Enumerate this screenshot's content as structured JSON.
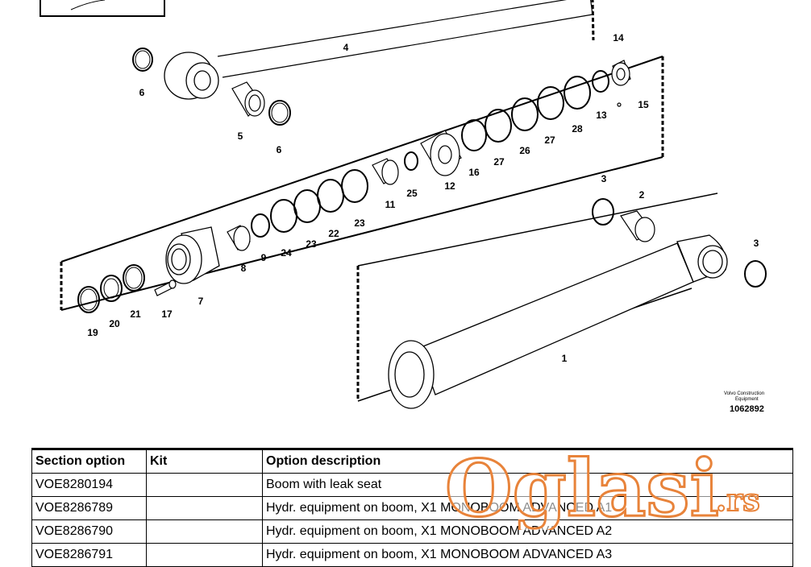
{
  "diagram": {
    "part_labels": [
      "1",
      "2",
      "3",
      "3",
      "4",
      "5",
      "6",
      "6",
      "7",
      "8",
      "9",
      "11",
      "12",
      "13",
      "14",
      "15",
      "16",
      "17",
      "19",
      "20",
      "21",
      "22",
      "23",
      "23",
      "24",
      "25",
      "26",
      "27",
      "27",
      "28"
    ],
    "credit_line1": "Volvo Construction",
    "credit_line2": "Equipment",
    "ref_number": "1062892"
  },
  "table": {
    "headers": [
      "Section option",
      "Kit",
      "Option description"
    ],
    "rows": [
      [
        "VOE8280194",
        "",
        "Boom with leak seat"
      ],
      [
        "VOE8286789",
        "",
        "Hydr. equipment on boom, X1 MONOBOOM ADVANCED A1"
      ],
      [
        "VOE8286790",
        "",
        "Hydr. equipment on boom, X1 MONOBOOM ADVANCED A2"
      ],
      [
        "VOE8286791",
        "",
        "Hydr. equipment on boom, X1 MONOBOOM ADVANCED A3"
      ]
    ]
  },
  "watermark": {
    "brand": "Oglasi",
    "suffix": ".rs",
    "color": "#e8833a"
  }
}
